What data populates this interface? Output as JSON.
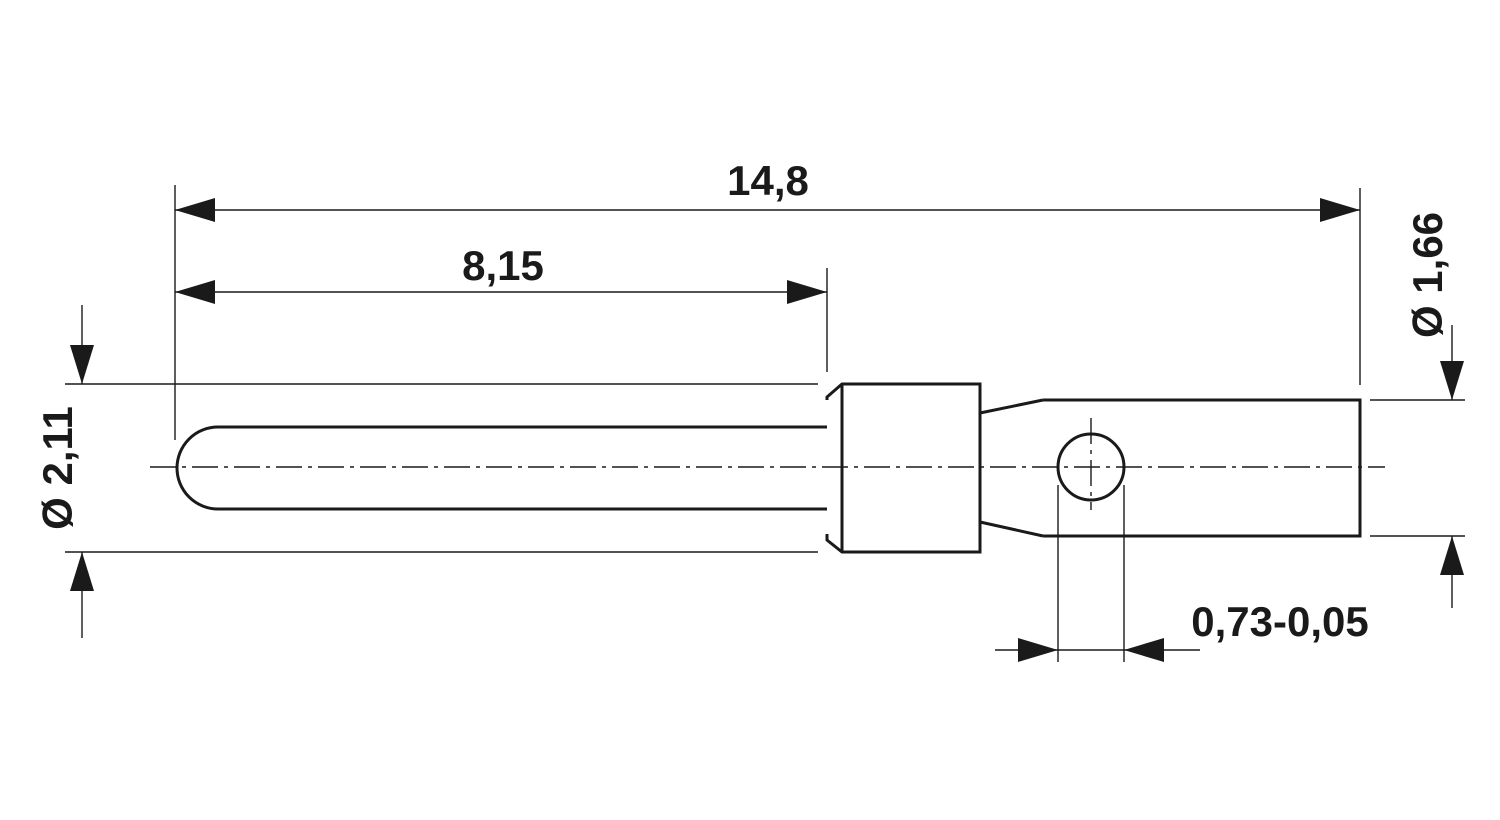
{
  "dimensions": {
    "overall_length": "14,8",
    "pin_length": "8,15",
    "collar_diameter": "Ø 2,11",
    "sleeve_diameter": "Ø 1,66",
    "hole_diameter": "0,73-0,05"
  }
}
